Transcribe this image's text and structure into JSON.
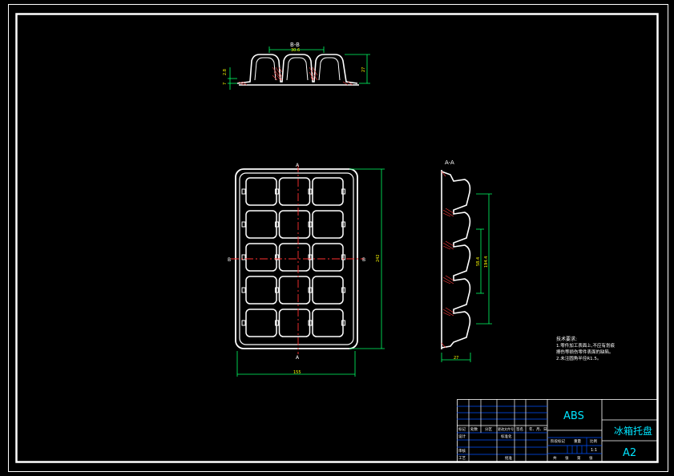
{
  "sections": {
    "bb_label": "B-B",
    "aa_label": "A-A",
    "cut_a": "A",
    "cut_b": "B"
  },
  "dimensions": {
    "top_width": "30.6",
    "top_height": "27",
    "top_small_1": "2.8",
    "top_small_2": "7",
    "plan_width": "155",
    "plan_height": "242",
    "side_depth": "27",
    "side_inner_1": "58.4",
    "side_inner_2": "194.4"
  },
  "notes": {
    "title": "技术要求:",
    "line1": "1.零件加工表面上,不应有划痕",
    "line2": "擦伤等损伤零件表面的缺陷。",
    "line3": "2.未注圆角半径R1.5。"
  },
  "title_block": {
    "material": "ABS",
    "part_name": "冰箱托盘",
    "sheet_size": "A2",
    "col_mark": "标记",
    "col_count": "处数",
    "col_zone": "分区",
    "col_change": "更改文件号",
    "col_sign": "签名",
    "col_date": "年、月、日",
    "row_design": "设计",
    "row_std": "标准化",
    "stage": "阶段标记",
    "weight": "重量",
    "scale": "比例",
    "scale_value": "1:1",
    "row_review": "审核",
    "row_craft": "工艺",
    "row_approve": "批准",
    "sheets_total": "共",
    "sheets_of": "张",
    "sheet_no": "第",
    "sheet_no2": "张"
  }
}
